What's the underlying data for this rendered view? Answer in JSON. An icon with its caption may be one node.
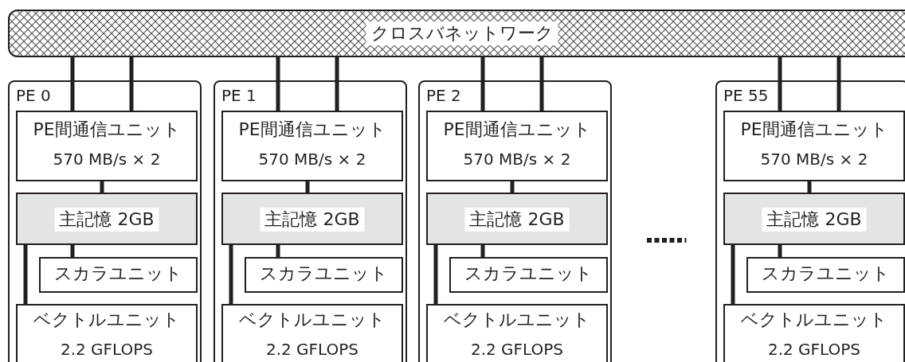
{
  "diagram": {
    "nodes": [
      {
        "text": [
          "クロスバネットワーク"
        ]
      },
      {
        "text": [
          "PE 0"
        ]
      },
      {
        "text": [
          "PE間通信ユニット",
          "570 MB/s × 2"
        ],
        "in": 1
      },
      {
        "text": [
          "主記憶 2GB"
        ],
        "in": 1
      },
      {
        "text": [
          "スカラユニット"
        ],
        "in": 1
      },
      {
        "text": [
          "ベクトルユニット",
          "2.2 GFLOPS"
        ],
        "in": 1
      },
      {
        "text": [
          "PE 1"
        ]
      },
      {
        "text": [
          "PE間通信ユニット",
          "570 MB/s × 2"
        ],
        "in": 6
      },
      {
        "text": [
          "主記憶 2GB"
        ],
        "in": 6
      },
      {
        "text": [
          "スカラユニット"
        ],
        "in": 6
      },
      {
        "text": [
          "ベクトルユニット",
          "2.2 GFLOPS"
        ],
        "in": 6
      },
      {
        "text": [
          "PE 2"
        ]
      },
      {
        "text": [
          "PE間通信ユニット",
          "570 MB/s × 2"
        ],
        "in": 11
      },
      {
        "text": [
          "主記憶 2GB"
        ],
        "in": 11
      },
      {
        "text": [
          "スカラユニット"
        ],
        "in": 11
      },
      {
        "text": [
          "ベクトルユニット",
          "2.2 GFLOPS"
        ],
        "in": 11
      },
      {
        "text": [
          "PE 55"
        ]
      },
      {
        "text": [
          "PE間通信ユニット",
          "570 MB/s × 2"
        ],
        "in": 16
      },
      {
        "text": [
          "主記憶 2GB"
        ],
        "in": 16
      },
      {
        "text": [
          "スカラユニット"
        ],
        "in": 16
      },
      {
        "text": [
          "ベクトルユニット",
          "2.2 GFLOPS"
        ],
        "in": 16
      }
    ],
    "edges": [
      {
        "from": 0,
        "to": 2,
        "arrow": "none"
      },
      {
        "from": 0,
        "to": 2,
        "arrow": "none"
      },
      {
        "from": 2,
        "to": 3,
        "arrow": "none"
      },
      {
        "from": 3,
        "to": 4,
        "arrow": "none"
      },
      {
        "from": 3,
        "to": 5,
        "arrow": "none"
      },
      {
        "from": 0,
        "to": 7,
        "arrow": "none"
      },
      {
        "from": 0,
        "to": 7,
        "arrow": "none"
      },
      {
        "from": 7,
        "to": 8,
        "arrow": "none"
      },
      {
        "from": 8,
        "to": 9,
        "arrow": "none"
      },
      {
        "from": 8,
        "to": 10,
        "arrow": "none"
      },
      {
        "from": 0,
        "to": 12,
        "arrow": "none"
      },
      {
        "from": 0,
        "to": 12,
        "arrow": "none"
      },
      {
        "from": 12,
        "to": 13,
        "arrow": "none"
      },
      {
        "from": 13,
        "to": 14,
        "arrow": "none"
      },
      {
        "from": 13,
        "to": 15,
        "arrow": "none"
      },
      {
        "from": 0,
        "to": 17,
        "arrow": "none"
      },
      {
        "from": 0,
        "to": 17,
        "arrow": "none"
      },
      {
        "from": 17,
        "to": 18,
        "arrow": "none"
      },
      {
        "from": 18,
        "to": 19,
        "arrow": "none"
      },
      {
        "from": 18,
        "to": 20,
        "arrow": "none"
      }
    ]
  }
}
